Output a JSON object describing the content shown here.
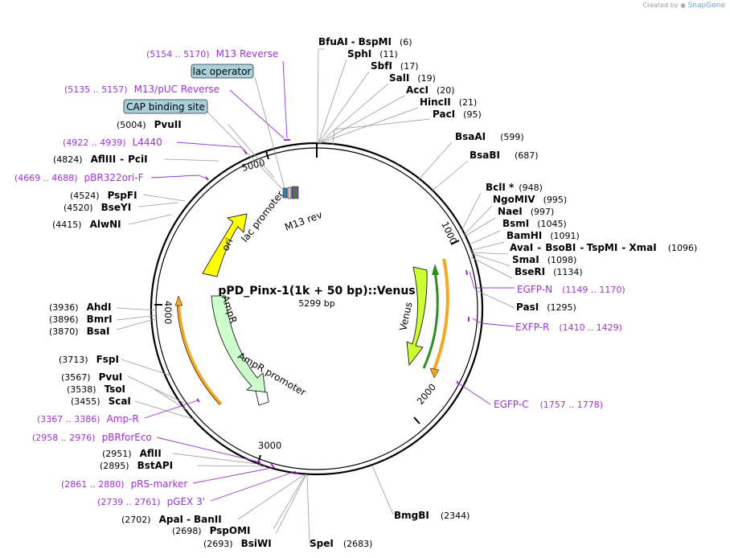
{
  "watermark": {
    "prefix": "Created by",
    "brand": "SnapGene"
  },
  "plasmid": {
    "name": "pPD_Pinx-1(1k + 50 bp)::Venus",
    "size_label": "5299 bp"
  },
  "ticks": [
    "1000",
    "2000",
    "3000",
    "4000",
    "5000"
  ],
  "features": {
    "ori": "ori",
    "lac_promoter": "lac promoter",
    "m13_rev": "M13 rev",
    "ampr": "AmpR",
    "ampr_promoter": "AmpR promoter",
    "venus": "Venus",
    "lac_operator": "lac operator",
    "cap_binding_site": "CAP binding site"
  },
  "sites": [
    {
      "id": "bfuai",
      "parts": [
        "BfuAI",
        "BspMI"
      ],
      "pos": "(6)"
    },
    {
      "id": "sphi",
      "parts": [
        "SphI"
      ],
      "pos": "(11)"
    },
    {
      "id": "sbfi",
      "parts": [
        "SbfI"
      ],
      "pos": "(17)"
    },
    {
      "id": "sali",
      "parts": [
        "SalI"
      ],
      "pos": "(19)"
    },
    {
      "id": "acci",
      "parts": [
        "AccI"
      ],
      "pos": "(20)"
    },
    {
      "id": "hincii",
      "parts": [
        "HincII"
      ],
      "pos": "(21)"
    },
    {
      "id": "paci",
      "parts": [
        "PacI"
      ],
      "pos": "(95)"
    },
    {
      "id": "bsaai",
      "parts": [
        "BsaAI"
      ],
      "pos": "(599)"
    },
    {
      "id": "bsabi",
      "parts": [
        "BsaBI"
      ],
      "pos": "(687)"
    },
    {
      "id": "bcli",
      "parts": [
        "BclI *"
      ],
      "pos": "(948)"
    },
    {
      "id": "ngomiv",
      "parts": [
        "NgoMIV"
      ],
      "pos": "(995)"
    },
    {
      "id": "naei",
      "parts": [
        "NaeI"
      ],
      "pos": "(997)"
    },
    {
      "id": "bsmi",
      "parts": [
        "BsmI"
      ],
      "pos": "(1045)"
    },
    {
      "id": "bamhi",
      "parts": [
        "BamHI"
      ],
      "pos": "(1091)"
    },
    {
      "id": "avai",
      "parts": [
        "AvaI",
        "BsoBI",
        "TspMI",
        "XmaI"
      ],
      "pos": "(1096)"
    },
    {
      "id": "smai",
      "parts": [
        "SmaI"
      ],
      "pos": "(1098)"
    },
    {
      "id": "bseri",
      "parts": [
        "BseRI"
      ],
      "pos": "(1134)"
    },
    {
      "id": "pasi",
      "parts": [
        "PasI"
      ],
      "pos": "(1295)"
    },
    {
      "id": "bmgbi",
      "parts": [
        "BmgBI"
      ],
      "pos": "(2344)"
    },
    {
      "id": "spei",
      "parts": [
        "SpeI"
      ],
      "pos": "(2683)"
    },
    {
      "id": "bsiwi",
      "parts": [
        "BsiWI"
      ],
      "pos": "(2693)"
    },
    {
      "id": "psp0mi",
      "parts": [
        "PspOMI"
      ],
      "pos": "(2698)"
    },
    {
      "id": "apai",
      "parts": [
        "ApaI",
        "BanII"
      ],
      "pos": "(2702)"
    },
    {
      "id": "bstapi",
      "parts": [
        "BstAPI"
      ],
      "pos": "(2895)"
    },
    {
      "id": "aflii",
      "parts": [
        "AflII"
      ],
      "pos": "(2951)"
    },
    {
      "id": "scai",
      "parts": [
        "ScaI"
      ],
      "pos": "(3455)"
    },
    {
      "id": "tsoi",
      "parts": [
        "TsoI"
      ],
      "pos": "(3538)"
    },
    {
      "id": "pvui",
      "parts": [
        "PvuI"
      ],
      "pos": "(3567)"
    },
    {
      "id": "fspi",
      "parts": [
        "FspI"
      ],
      "pos": "(3713)"
    },
    {
      "id": "bsai",
      "parts": [
        "BsaI"
      ],
      "pos": "(3870)"
    },
    {
      "id": "bmri",
      "parts": [
        "BmrI"
      ],
      "pos": "(3896)"
    },
    {
      "id": "ahdi",
      "parts": [
        "AhdI"
      ],
      "pos": "(3936)"
    },
    {
      "id": "alwni",
      "parts": [
        "AlwNI"
      ],
      "pos": "(4415)"
    },
    {
      "id": "bseyi",
      "parts": [
        "BseYI"
      ],
      "pos": "(4520)"
    },
    {
      "id": "pspfi",
      "parts": [
        "PspFI"
      ],
      "pos": "(4524)"
    },
    {
      "id": "afliii",
      "parts": [
        "AflIII",
        "PciI"
      ],
      "pos": "(4824)"
    },
    {
      "id": "pvuii",
      "parts": [
        "PvuII"
      ],
      "pos": "(5004)"
    }
  ],
  "primers": [
    {
      "id": "m13rev",
      "name": "M13 Reverse",
      "pos": "(5154 .. 5170)"
    },
    {
      "id": "m13puc",
      "name": "M13/pUC Reverse",
      "pos": "(5135 .. 5157)"
    },
    {
      "id": "l4440",
      "name": "L4440",
      "pos": "(4922 .. 4939)"
    },
    {
      "id": "pbr322",
      "name": "pBR322ori-F",
      "pos": "(4669 .. 4688)"
    },
    {
      "id": "egfpn",
      "name": "EGFP-N",
      "pos": "(1149 .. 1170)"
    },
    {
      "id": "exfpr",
      "name": "EXFP-R",
      "pos": "(1410 .. 1429)"
    },
    {
      "id": "egfpc",
      "name": "EGFP-C",
      "pos": "(1757 .. 1778)"
    },
    {
      "id": "ampr_p",
      "name": "Amp-R",
      "pos": "(3367 .. 3386)"
    },
    {
      "id": "pbrforeco",
      "name": "pBRforEco",
      "pos": "(2958 .. 2976)"
    },
    {
      "id": "prs",
      "name": "pRS-marker",
      "pos": "(2861 .. 2880)"
    },
    {
      "id": "pgex",
      "name": "pGEX 3'",
      "pos": "(2739 .. 2761)"
    }
  ],
  "colors": {
    "primer": "#9c32d6",
    "ori": "#ffff00",
    "ampr": "#ccffcc",
    "venus": "#ccff33",
    "orange": "#f5a623",
    "green": "#2e8b22",
    "boxfill": "#a8cfdc"
  }
}
